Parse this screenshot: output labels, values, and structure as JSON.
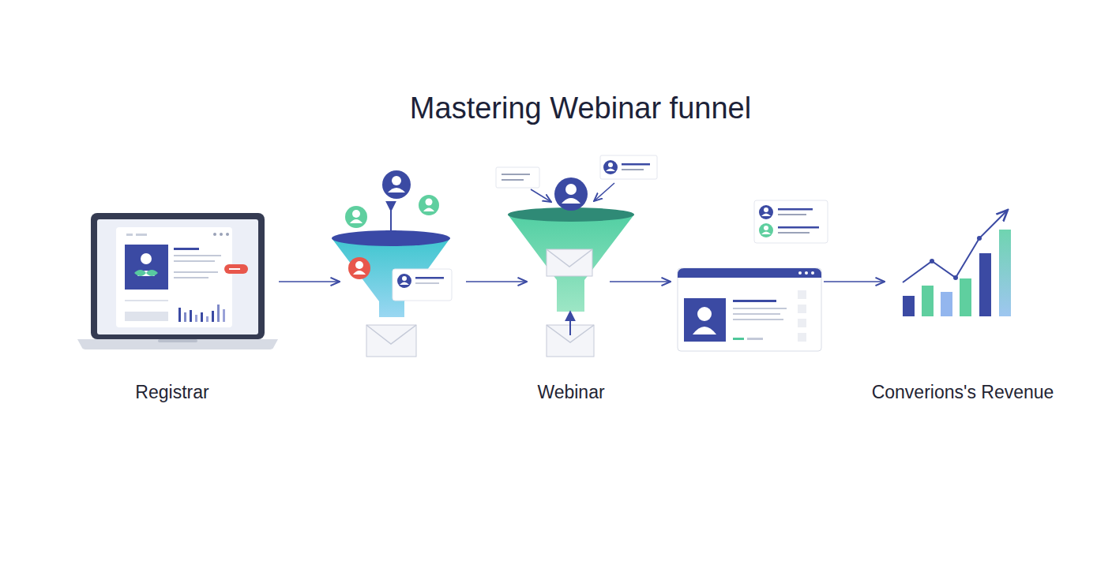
{
  "diagram": {
    "title": "Mastering Webinar funnel",
    "labels": [
      "Registrar",
      "Webinar",
      "Converions's Revenue"
    ]
  }
}
